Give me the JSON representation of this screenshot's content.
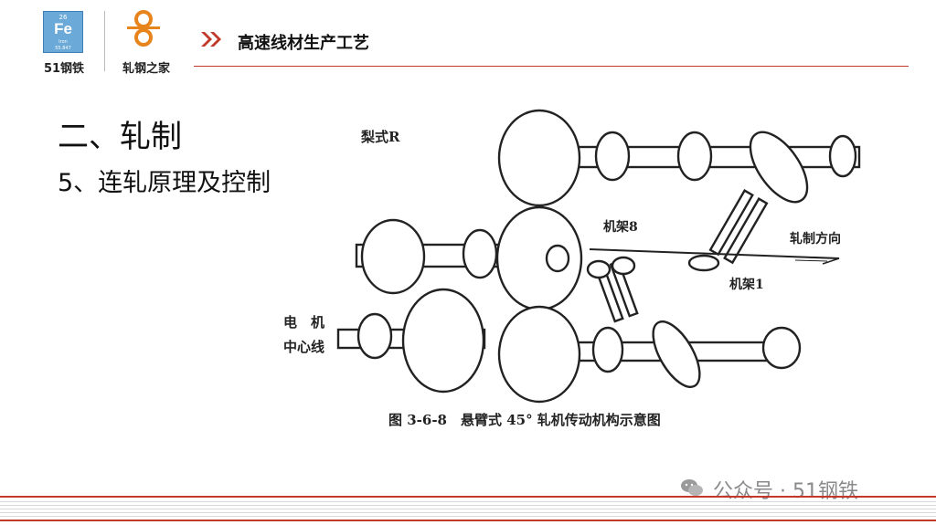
{
  "header": {
    "element_logo": {
      "number": "26",
      "symbol": "Fe",
      "name": "Iron",
      "mass": "55.847"
    },
    "brand_left": "51钢铁",
    "brand_right": "轧钢之家",
    "chevron_icon": "double-chevron-right-icon",
    "title": "高速线材生产工艺",
    "accent_color": "#c0392b"
  },
  "content": {
    "section_heading": "二、轧制",
    "subsection_heading": "5、连轧原理及控制"
  },
  "figure": {
    "labels": {
      "top_left": "梨式R",
      "stand_8": "机架8",
      "rolling_direction": "轧制方向",
      "stand_1": "机架1",
      "motor_line_1": "电　机",
      "motor_line_2": "中心线"
    },
    "caption": "图 3-6-8　悬臂式 45° 轧机传动机构示意图"
  },
  "watermark": {
    "icon": "wechat-icon",
    "text": "公众号 · 51钢铁"
  }
}
